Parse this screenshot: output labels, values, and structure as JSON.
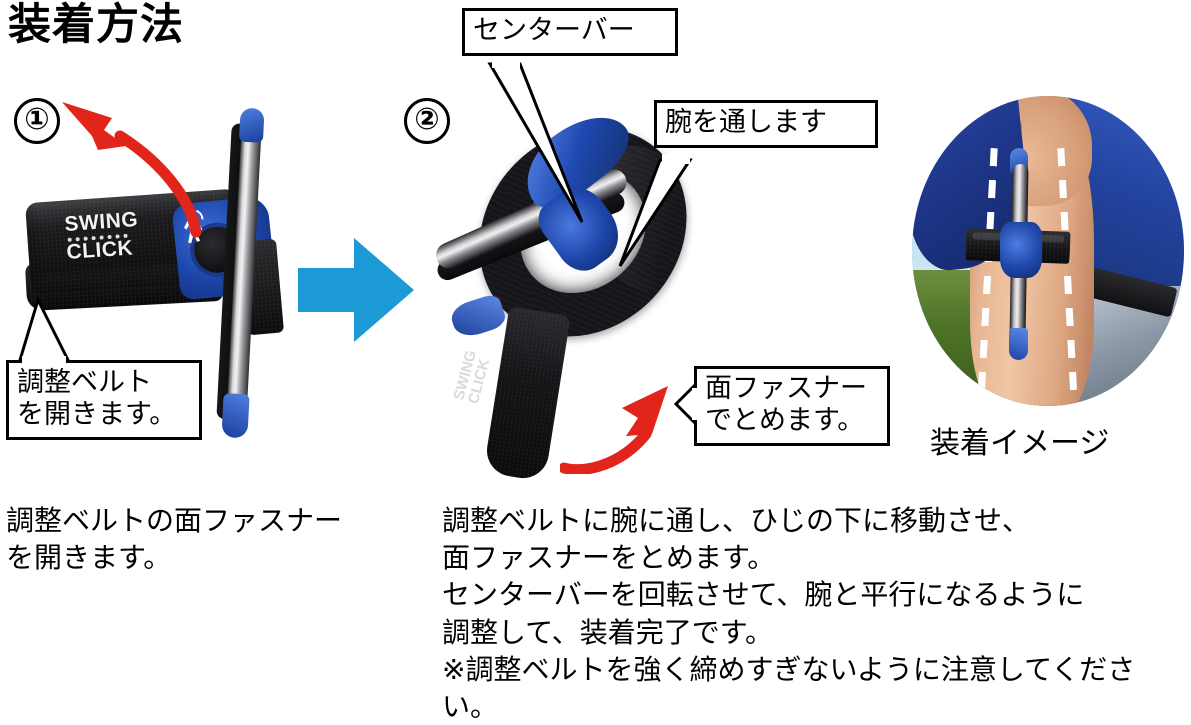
{
  "title": "装着方法",
  "steps": [
    {
      "number": "①",
      "marker_name": "step-1-marker"
    },
    {
      "number": "②",
      "marker_name": "step-2-marker"
    }
  ],
  "callouts": {
    "adjust_belt": "調整ベルト\nを開きます。",
    "center_bar": "センターバー",
    "pass_arm": "腕を通します",
    "hook_loop": "面ファスナー\nでとめます。"
  },
  "photo_captions": {
    "wearing_image": "装着イメージ"
  },
  "product_logo": {
    "line1": "SWING",
    "line2": "CLICK"
  },
  "body": {
    "left": "調整ベルトの面ファスナー\nを開きます。",
    "right": "調整ベルトに腕に通し、ひじの下に移動させ、\n面ファスナーをとめます。\nセンターバーを回転させて、腕と平行になるように\n調整して、装着完了です。\n※調整ベルトを強く締めすぎないように注意してください。"
  },
  "colors": {
    "red_arrow": "#E1251B",
    "blue_arrow": "#1C9AD6",
    "product_blue": "#1E46AA",
    "text": "#000000",
    "background": "#FFFFFF"
  },
  "icons": {
    "transition_arrow": "blue-right-arrow-icon",
    "step1_arrow": "red-curved-arrow-up-left-icon",
    "step2_arrow": "red-curved-arrow-up-right-icon",
    "golfer": "golfer-silhouette-icon"
  }
}
